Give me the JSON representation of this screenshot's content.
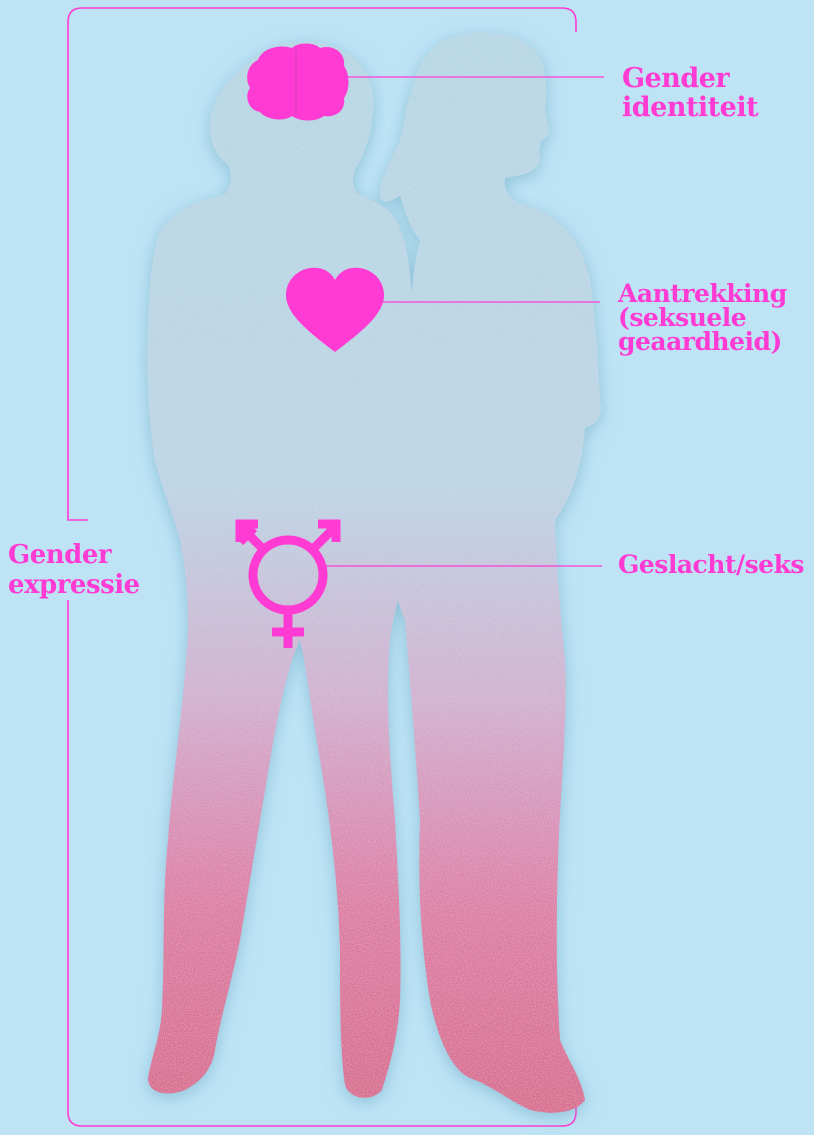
{
  "colors": {
    "background": "#bde3f5",
    "accent": "#ff3bd4",
    "silhouette_top": "#a9d0e0",
    "silhouette_bottom": "#d63779"
  },
  "icons": {
    "head": "brain-icon",
    "chest": "heart-icon",
    "pelvis": "transgender-symbol-icon"
  },
  "labels": {
    "gender_identity": [
      "Gender",
      "identiteit"
    ],
    "attraction": [
      "Aantrekking",
      "(seksuele",
      "geaardheid)"
    ],
    "sex": [
      "Geslacht/seks"
    ],
    "gender_expression": [
      "Gender",
      "expressie"
    ]
  }
}
